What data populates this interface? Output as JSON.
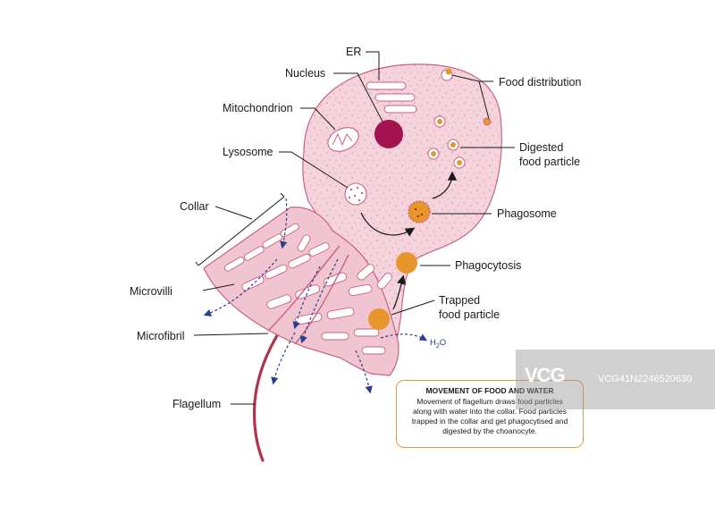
{
  "labels": {
    "er": "ER",
    "nucleus": "Nucleus",
    "mitochondrion": "Mitochondrion",
    "lysosome": "Lysosome",
    "collar": "Collar",
    "microvilli": "Microvilli",
    "microfibril": "Microfibril",
    "flagellum": "Flagellum",
    "food_distribution": "Food distribution",
    "digested_line1": "Digested",
    "digested_line2": "food particle",
    "phagosome": "Phagosome",
    "phagocytosis": "Phagocytosis",
    "trapped_line1": "Trapped",
    "trapped_line2": "food particle",
    "h2o_main": "H",
    "h2o_sub": "2",
    "h2o_end": "O"
  },
  "info_box": {
    "title": "MOVEMENT OF FOOD AND WATER",
    "line1": "Movement of flagellum draws food particles",
    "line2": "along with water into the collar. Food particles",
    "line3": "trapped in the collar and get phagocytised and",
    "line4": "digested by the choanocyte."
  },
  "watermark": {
    "logo": "VCG",
    "code": "VCG41N2246520630"
  },
  "colors": {
    "cell_fill": "#f4d3dc",
    "cell_stroke": "#c9627f",
    "nucleus": "#a3134f",
    "food": "#e8962b",
    "flagellum": "#b2324f",
    "water_arrow": "#2b3e8c",
    "box_border": "#e39a3b"
  }
}
